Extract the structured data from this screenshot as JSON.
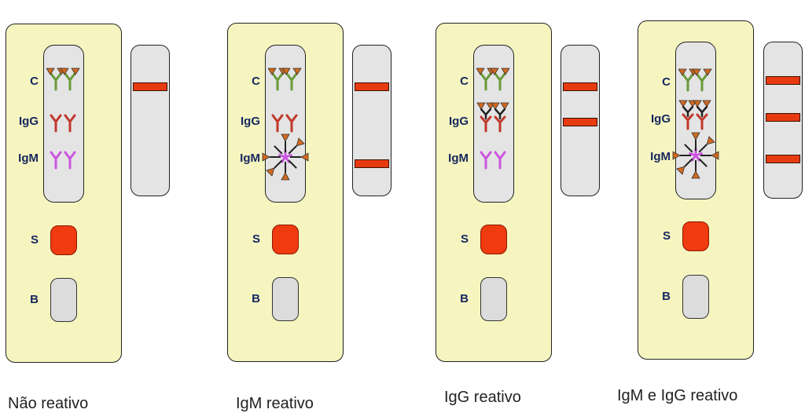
{
  "labels": {
    "control": "C",
    "igg": "IgG",
    "igm": "IgM",
    "sample": "S",
    "buffer": "B"
  },
  "colors": {
    "card": "#f6f5c0",
    "window": "#e4e4e4",
    "band": "#e83a10",
    "control_antibody": "#6a9a3a",
    "igg_antibody": "#c0392b",
    "igm_antibody": "#cc55e0",
    "antigen": "#d2691e",
    "label_text": "#16265e"
  },
  "panels": [
    {
      "caption": "Não reativo",
      "igg_reactive": false,
      "igm_reactive": false,
      "bands": [
        "C"
      ]
    },
    {
      "caption": "IgM reativo",
      "igg_reactive": false,
      "igm_reactive": true,
      "bands": [
        "C",
        "IgM"
      ]
    },
    {
      "caption": "IgG reativo",
      "igg_reactive": true,
      "igm_reactive": false,
      "bands": [
        "C",
        "IgG"
      ]
    },
    {
      "caption": "IgM e IgG reativo",
      "igg_reactive": true,
      "igm_reactive": true,
      "bands": [
        "C",
        "IgG",
        "IgM"
      ]
    }
  ]
}
